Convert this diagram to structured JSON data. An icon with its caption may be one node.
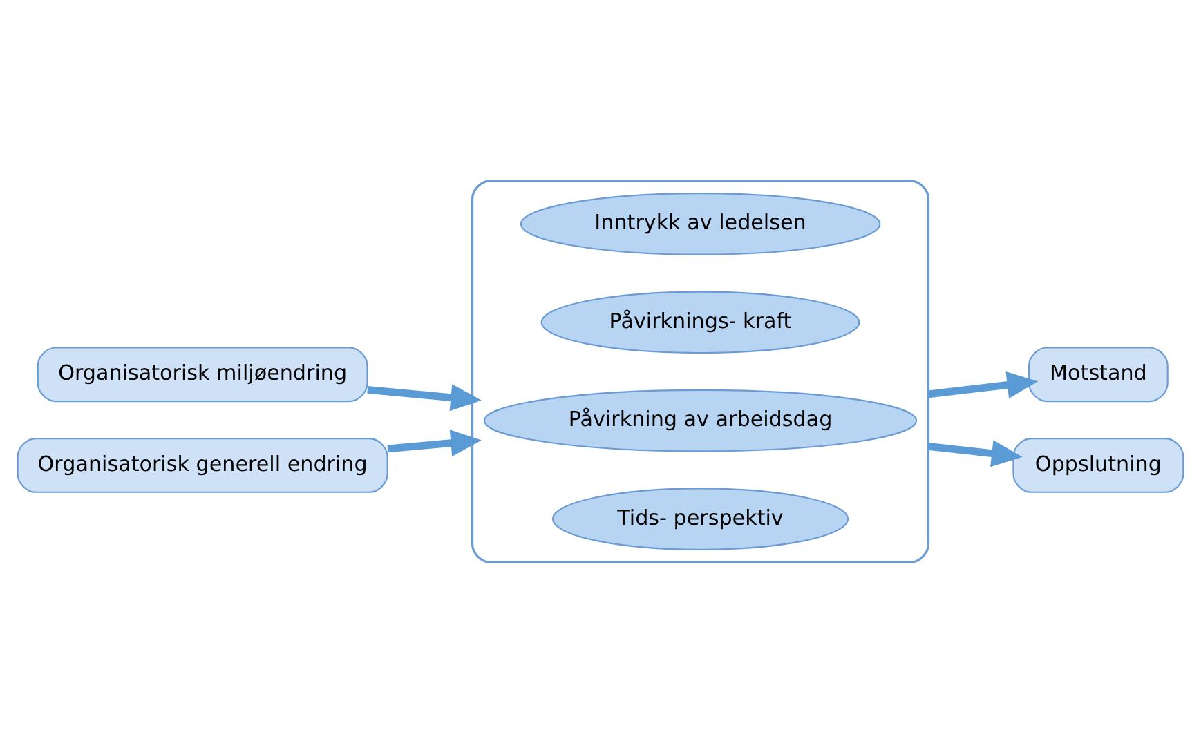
{
  "diagram": {
    "nodes": [
      {
        "text": [
          "Organisatorisk miljøendring"
        ]
      },
      {
        "text": [
          "Organisatorisk generell endring"
        ]
      },
      {
        "text": [],
        "shape": "box"
      },
      {
        "text": [
          "Inntrykk av ledelsen"
        ],
        "in": 2
      },
      {
        "text": [
          "Påvirknings- kraft"
        ],
        "in": 2
      },
      {
        "text": [
          "Påvirkning av arbeidsdag"
        ],
        "in": 2
      },
      {
        "text": [
          "Tids- perspektiv"
        ],
        "in": 2
      },
      {
        "text": [
          "Motstand"
        ]
      },
      {
        "text": [
          "Oppslutning"
        ]
      }
    ],
    "edges": [
      {
        "from": 0,
        "to": 2,
        "arrow": "to"
      },
      {
        "from": 1,
        "to": 2,
        "arrow": "to"
      },
      {
        "from": 2,
        "to": 7,
        "arrow": "to"
      },
      {
        "from": 2,
        "to": 8,
        "arrow": "to"
      }
    ]
  }
}
